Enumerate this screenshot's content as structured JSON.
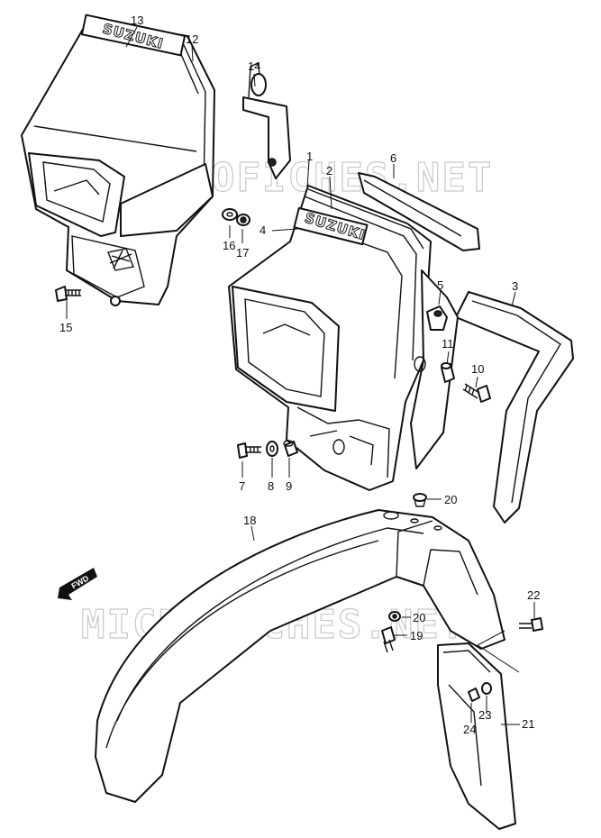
{
  "diagram": {
    "watermark": "MICROFICHES.NET",
    "brand": "SUZUKI",
    "direction_label": "FWD",
    "callouts": [
      "1",
      "2",
      "3",
      "4",
      "5",
      "6",
      "7",
      "8",
      "9",
      "10",
      "11",
      "12",
      "13",
      "14",
      "15",
      "16",
      "17",
      "18",
      "19",
      "20",
      "20",
      "21",
      "22",
      "23",
      "24"
    ]
  }
}
